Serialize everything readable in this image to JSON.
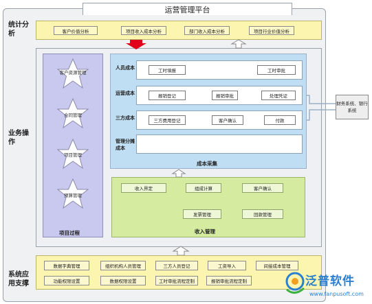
{
  "title": "运营管理平台",
  "sections": {
    "stats": "统计分析",
    "business": "业务操作",
    "support": "系统应用支撑"
  },
  "stats_buttons": [
    "客户价值分析",
    "项目收入成本分析",
    "部门收入成本分析",
    "项目行业价值分析"
  ],
  "project_process": {
    "caption": "项目过程",
    "stars": [
      "客户资源管理",
      "合同管理",
      "项目管理",
      "预算管理"
    ]
  },
  "cost_collection": {
    "caption": "成本采集",
    "rows": [
      {
        "label": "人员成本",
        "steps": [
          "工时填报",
          "工时审批"
        ]
      },
      {
        "label": "运营成本",
        "steps": [
          "报销登记",
          "报销审批",
          "处理凭证"
        ]
      },
      {
        "label": "三方成本",
        "steps": [
          "三方费用登记",
          "客户确认",
          "付款"
        ]
      },
      {
        "label": "管理分摊成本",
        "steps": []
      }
    ]
  },
  "income_management": {
    "caption": "收入管理",
    "nodes": [
      "收入界定",
      "组成计算",
      "客户确认",
      "发票管理",
      "回款管理"
    ]
  },
  "finance_system": "财务系统、银行系统",
  "support_buttons": {
    "row1": [
      "数据字典管理",
      "组织机构人员管理",
      "三方人员登记",
      "工资导入",
      "间接成本管理"
    ],
    "row2": [
      "功能权限设置",
      "数据权限设置",
      "工时审批流程定制",
      "报销审批流程定制"
    ]
  },
  "brand": {
    "name": "泛普软件",
    "url": "www.fanpusoft.com",
    "color": "#2a7fd0"
  },
  "colors": {
    "yellow": "#fbf5b0",
    "purple": "#c9c8ef",
    "blue": "#bfdef3",
    "green": "#d4eba0",
    "red": "#e0001b"
  }
}
